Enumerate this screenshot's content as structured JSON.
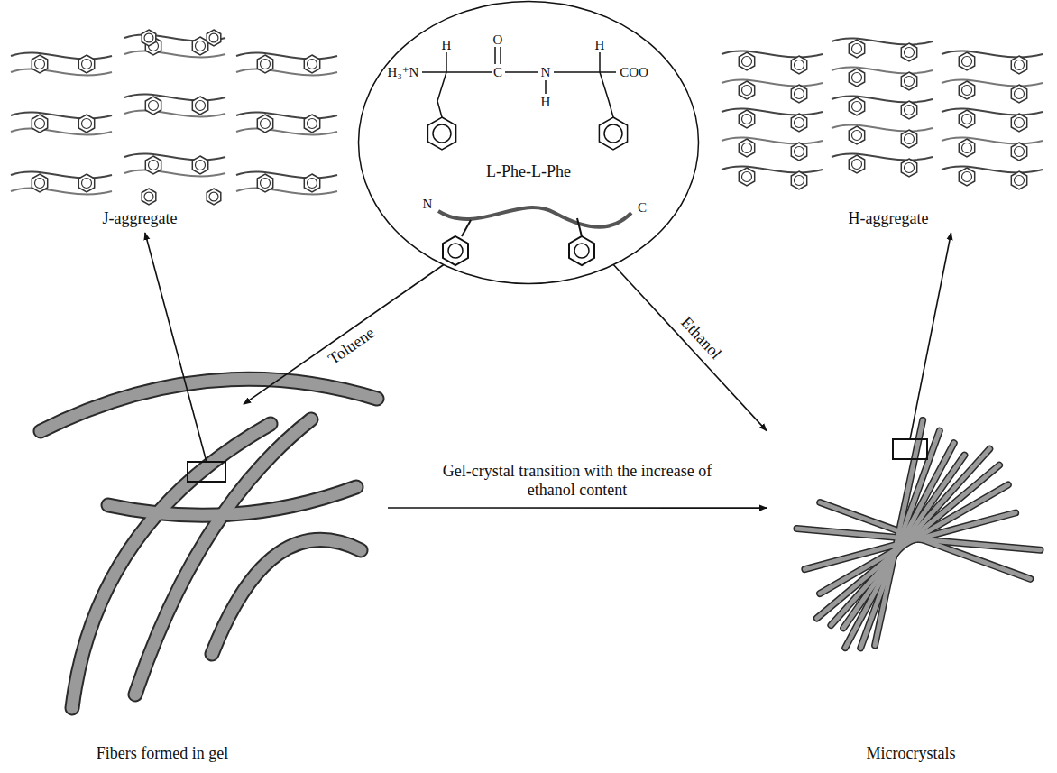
{
  "diagram": {
    "nodes": [
      {
        "text": [
          "L-Phe-L-Phe"
        ]
      },
      {
        "text": [
          "J-aggregate"
        ]
      },
      {
        "text": [
          "H-aggregate"
        ]
      },
      {
        "text": [
          "Fibers formed in gel"
        ]
      },
      {
        "text": [
          "Microcrystals"
        ]
      }
    ],
    "edges": [
      {
        "from": 0,
        "to": 3,
        "arrow": "to",
        "label": "Toluene"
      },
      {
        "from": 0,
        "to": 4,
        "arrow": "to",
        "label": "Ethanol"
      },
      {
        "from": 3,
        "to": 4,
        "arrow": "to",
        "label": "Gel-crystal transition with the increase of ethanol content"
      },
      {
        "from": 3,
        "to": 1,
        "arrow": "to"
      },
      {
        "from": 4,
        "to": 2,
        "arrow": "to"
      }
    ],
    "labels": [
      "H₃⁺N",
      "H",
      "O",
      "C",
      "N",
      "H",
      "H",
      "COO⁻",
      "N",
      "C"
    ]
  }
}
